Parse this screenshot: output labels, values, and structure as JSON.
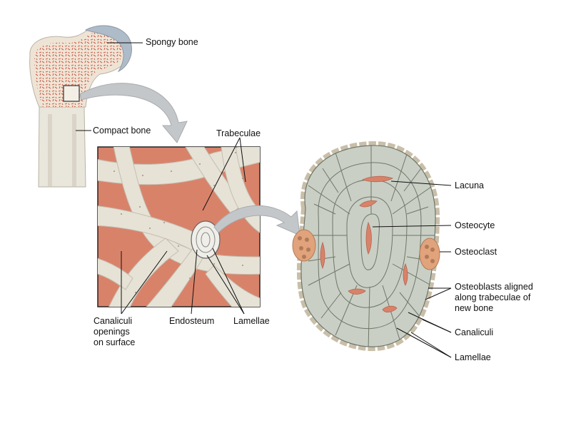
{
  "labels": {
    "spongy_bone": "Spongy bone",
    "compact_bone": "Compact bone",
    "trabeculae": "Trabeculae",
    "canaliculi_openings": [
      "Canaliculi",
      "openings",
      "on surface"
    ],
    "endosteum": "Endosteum",
    "lamellae_left": "Lamellae",
    "lacuna": "Lacuna",
    "osteocyte": "Osteocyte",
    "osteoclast": "Osteoclast",
    "osteoblasts": [
      "Osteoblasts aligned",
      "along trabeculae of",
      "new bone"
    ],
    "canaliculi_right": "Canaliculi",
    "lamellae_right": "Lamellae"
  },
  "colors": {
    "bone_fill": "#e6e2d6",
    "spongy_red": "#c9614d",
    "marrow_bg": "#d9826a",
    "cartilage": "#aebbc8",
    "lamella_fill": "#c9cfc4",
    "osteoclast": "#e0a37b",
    "osteoblast": "#f2ebdd",
    "arrow": "#c4c7ca"
  }
}
